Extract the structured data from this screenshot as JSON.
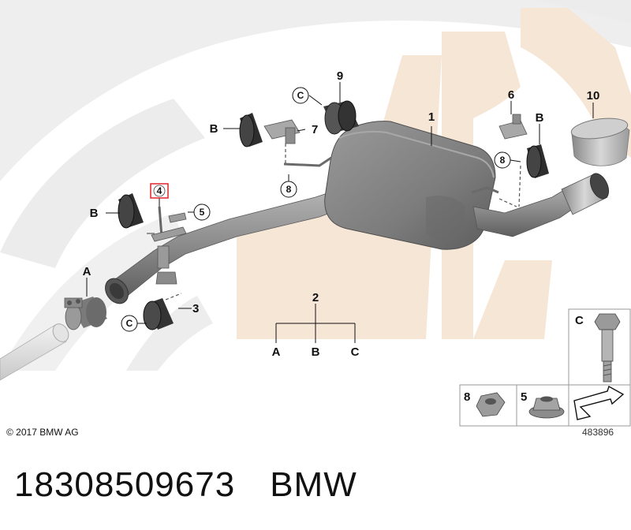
{
  "callouts": {
    "c1": "1",
    "c2": "2",
    "c3": "3",
    "c4": "4",
    "c5": "5",
    "c6": "6",
    "c7": "7",
    "c8a": "8",
    "c8b": "8",
    "c9": "9",
    "c10": "10",
    "ca": "A",
    "cb1": "B",
    "cb2": "B",
    "cb3": "B",
    "cc1": "C",
    "cc2": "C",
    "tree_a": "A",
    "tree_b": "B",
    "tree_c": "C"
  },
  "legend": {
    "c_label": "C",
    "n8_label": "8",
    "n5_label": "5"
  },
  "copyright": "© 2017 BMW AG",
  "image_number": "483896",
  "part_number": "18308509673",
  "brand": "BMW",
  "colors": {
    "watermark_peach": "#f6e6d6",
    "watermark_gray": "#ececec",
    "part_gray": "#8a8a8a",
    "highlight_red": "#e0232a"
  }
}
